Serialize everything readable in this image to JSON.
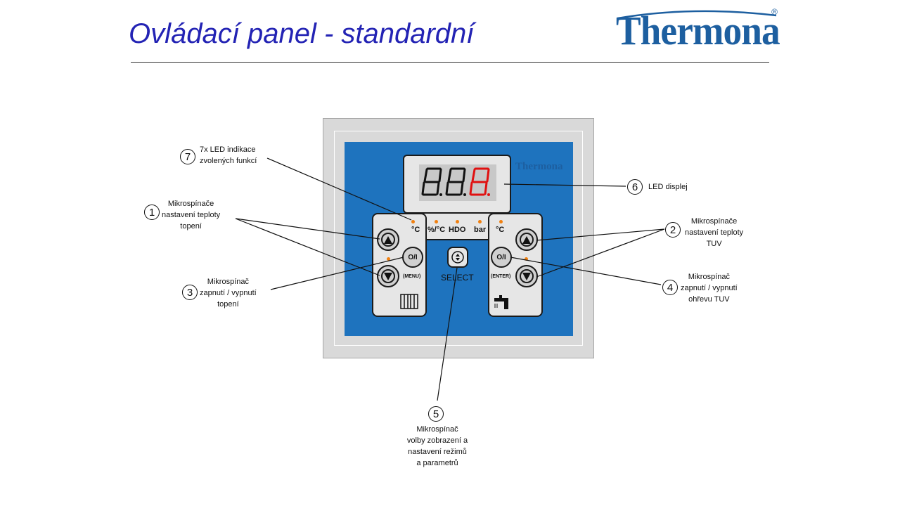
{
  "title": "Ovládací panel - standardní",
  "logo": {
    "text": "Thermona",
    "registered": "®",
    "color": "#1d5fa0"
  },
  "panel": {
    "mini_logo": "Thermona",
    "display_digits": [
      "8",
      "8",
      "8"
    ],
    "digit_colors": [
      "#111111",
      "#111111",
      "#e01010"
    ],
    "units": {
      "heating_c": "°C",
      "percent_c": "%/°C",
      "hdo": "HDO",
      "bar": "bar",
      "dhw_c": "°C"
    },
    "left_onoff": "O/I",
    "left_onoff_caption": "(MENU)",
    "right_onoff": "O/I",
    "right_onoff_caption": "(ENTER)",
    "select_label": "SELECT",
    "panel_color": "#1e73be",
    "led_color": "#f08010"
  },
  "callouts": [
    {
      "number": "1",
      "text_lines": [
        "Mikrospínače",
        "nastavení teploty",
        "topení"
      ]
    },
    {
      "number": "2",
      "text_lines": [
        "Mikrospínače",
        "nastavení teploty",
        "TUV"
      ]
    },
    {
      "number": "3",
      "text_lines": [
        "Mikrospínač",
        "zapnutí / vypnutí",
        "topení"
      ]
    },
    {
      "number": "4",
      "text_lines": [
        "Mikrospínač",
        "zapnutí / vypnutí",
        "ohřevu TUV"
      ]
    },
    {
      "number": "5",
      "text_lines": [
        "Mikrospínač",
        "volby zobrazení a",
        "nastavení režimů",
        "a parametrů"
      ]
    },
    {
      "number": "6",
      "text_lines": [
        "LED displej"
      ]
    },
    {
      "number": "7",
      "text_lines": [
        "7x LED indikace",
        "zvolených funkcí"
      ]
    }
  ]
}
